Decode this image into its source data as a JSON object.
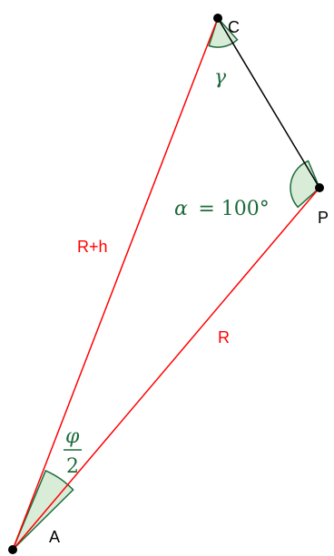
{
  "points": {
    "a": "A",
    "c": "C",
    "p": "P"
  },
  "segments": {
    "ac": "R+h",
    "ap": "R"
  },
  "angles": {
    "gamma": "γ",
    "alpha_symbol": "α",
    "alpha_eq": "= 100°",
    "phi_num": "φ",
    "phi_den": "2"
  },
  "colors": {
    "radius_line": "#ff0000",
    "chord_line": "#000000",
    "angle_stroke": "#1e6b3c",
    "angle_fill": "#d8ecd8",
    "label_red": "#ff0000",
    "label_green": "#1e6b3c",
    "point": "#000000"
  }
}
